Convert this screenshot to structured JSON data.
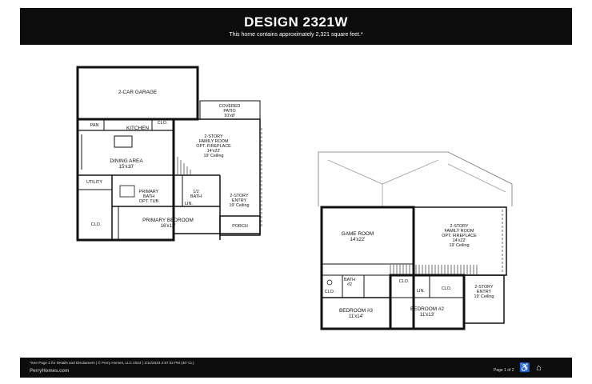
{
  "header": {
    "title": "DESIGN 2321W",
    "subtitle": "This home contains approximately 2,321 square feet.*"
  },
  "first_floor": {
    "garage": "2-CAR GARAGE",
    "patio": [
      "COVERED",
      "PATIO",
      "10'x8'"
    ],
    "pan": "PAN",
    "clo": "CLO.",
    "kitchen": "KITCHEN",
    "family": [
      "2-STORY",
      "FAMILY ROOM",
      "OPT. FIREPLACE",
      "14'x22'",
      "19' Ceiling"
    ],
    "dining": [
      "DINING AREA",
      "15'x10'"
    ],
    "utility": "UTILITY",
    "primary_bath": [
      "PRIMARY",
      "BATH",
      "OPT. TUB"
    ],
    "half_bath": [
      "1/2",
      "BATH"
    ],
    "lin": "LIN.",
    "entry": [
      "2-STORY",
      "ENTRY",
      "19' Ceiling"
    ],
    "clo_closet": "CLO.",
    "primary_bedroom": [
      "PRIMARY BEDROOM",
      "16'x12'"
    ],
    "porch": "PORCH"
  },
  "second_floor": {
    "game_room": [
      "GAME ROOM",
      "14'x22'"
    ],
    "family": [
      "2-STORY",
      "FAMILY ROOM",
      "OPT. FIREPLACE",
      "14'x22'",
      "19' Ceiling"
    ],
    "bath2": [
      "BATH",
      "#2"
    ],
    "clo_a": "CLO.",
    "clo_b": "CLO.",
    "clo_c": "CLO.",
    "lin": "LIN.",
    "entry": [
      "2-STORY",
      "ENTRY",
      "19' Ceiling"
    ],
    "bedroom3": [
      "BEDROOM #3",
      "11'x14'"
    ],
    "bedroom2": [
      "BEDROOM #2",
      "11'x13'"
    ]
  },
  "footer": {
    "disclaimer": "*See Page 2 for Details and Disclaimers  |  © Perry Homes, LLC 2023  |  1/11/2023 2:57:42 PM  (40' CL)",
    "brand": "PerryHomes.com",
    "page": "Page 1 of 2",
    "icons": [
      "accessibility-icon",
      "equal-housing-icon"
    ]
  }
}
